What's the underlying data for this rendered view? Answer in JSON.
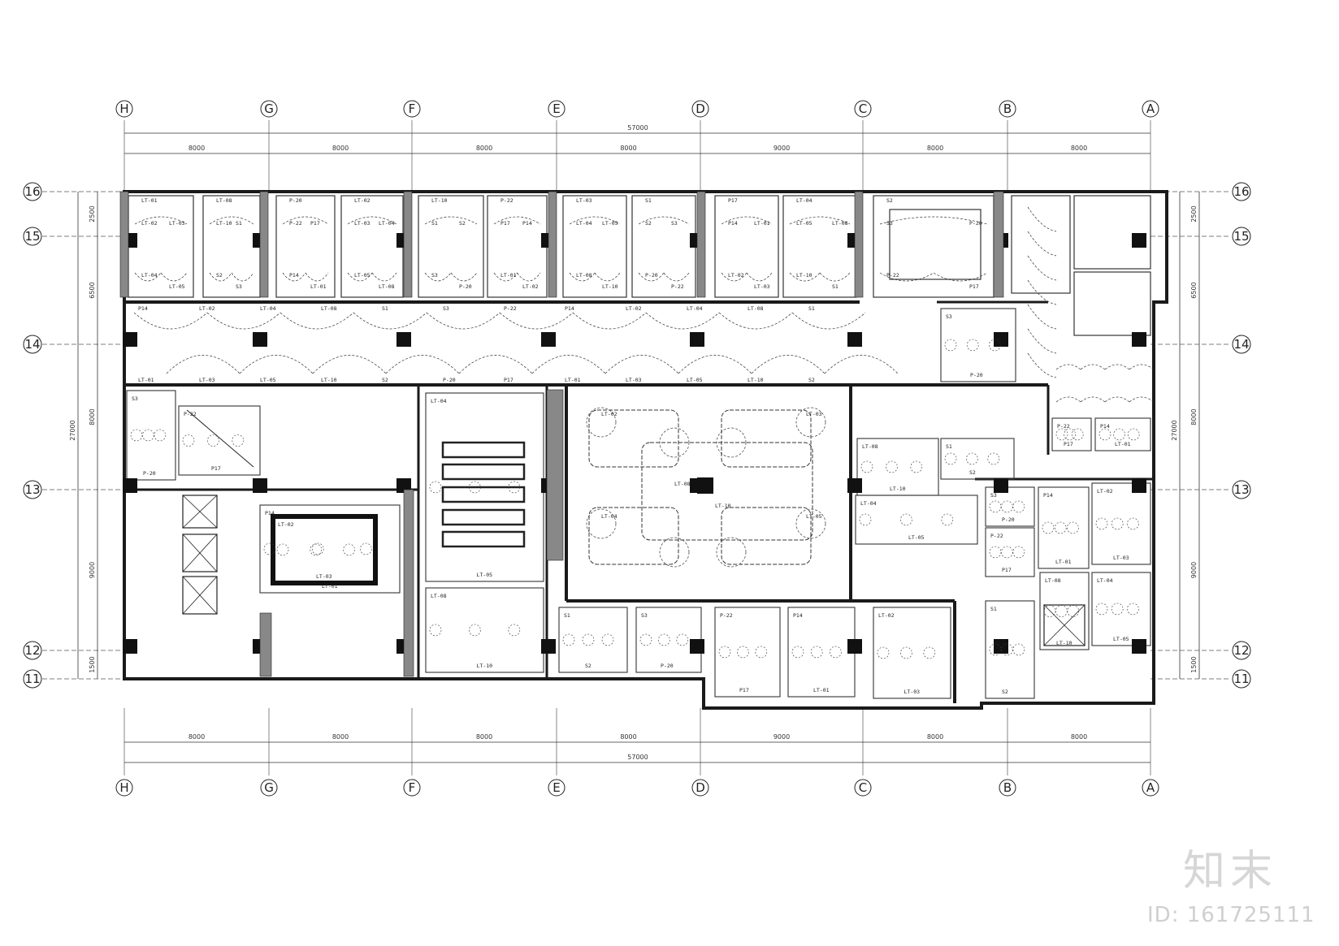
{
  "plan": {
    "total_width_dim": "57000",
    "total_height_dim": "27000",
    "col_axes": [
      "H",
      "G",
      "F",
      "E",
      "D",
      "C",
      "B",
      "A"
    ],
    "col_dims": [
      "8000",
      "8000",
      "8000",
      "8000",
      "9000",
      "8000",
      "8000"
    ],
    "row_axes_left": [
      "16",
      "15",
      "14",
      "13",
      "12",
      "11"
    ],
    "row_axes_right": [
      "16",
      "15",
      "14",
      "13",
      "12",
      "11"
    ],
    "row_dims": [
      "2500",
      "6500",
      "8000",
      "9000",
      "1500"
    ],
    "fixture_labels": [
      "LT-01",
      "LT-02",
      "LT-03",
      "LT-04",
      "LT-05",
      "LT-08",
      "LT-10",
      "S1",
      "S2",
      "S3",
      "P-20",
      "P-22",
      "P17",
      "P14"
    ]
  },
  "watermark": {
    "brand": "知末",
    "id_text": "ID: 161725111"
  }
}
